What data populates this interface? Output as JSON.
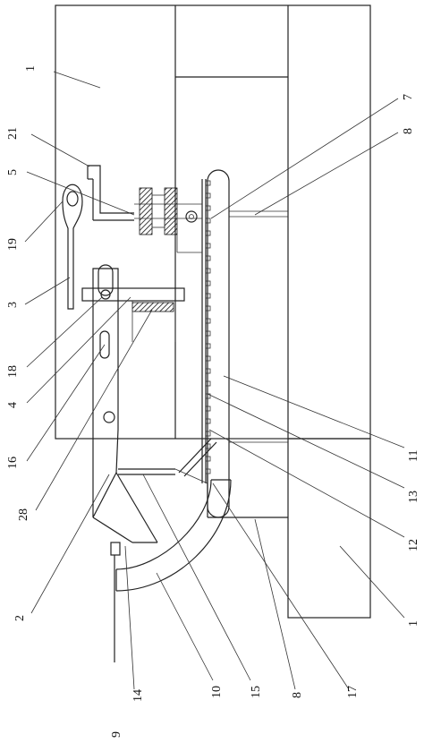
{
  "diagram": {
    "labels": [
      {
        "key": "l1_top",
        "text": "1"
      },
      {
        "key": "l7",
        "text": "7"
      },
      {
        "key": "l8_top",
        "text": "8"
      },
      {
        "key": "l21",
        "text": "21"
      },
      {
        "key": "l5",
        "text": "5"
      },
      {
        "key": "l19",
        "text": "19"
      },
      {
        "key": "l3",
        "text": "3"
      },
      {
        "key": "l18",
        "text": "18"
      },
      {
        "key": "l4",
        "text": "4"
      },
      {
        "key": "l16",
        "text": "16"
      },
      {
        "key": "l28",
        "text": "28"
      },
      {
        "key": "l2",
        "text": "2"
      },
      {
        "key": "l9",
        "text": "9"
      },
      {
        "key": "l14",
        "text": "14"
      },
      {
        "key": "l10",
        "text": "10"
      },
      {
        "key": "l15",
        "text": "15"
      },
      {
        "key": "l8_bottom",
        "text": "8"
      },
      {
        "key": "l17",
        "text": "17"
      },
      {
        "key": "l1_bottom",
        "text": "1"
      },
      {
        "key": "l12",
        "text": "12"
      },
      {
        "key": "l13",
        "text": "13"
      },
      {
        "key": "l11",
        "text": "11"
      }
    ]
  }
}
